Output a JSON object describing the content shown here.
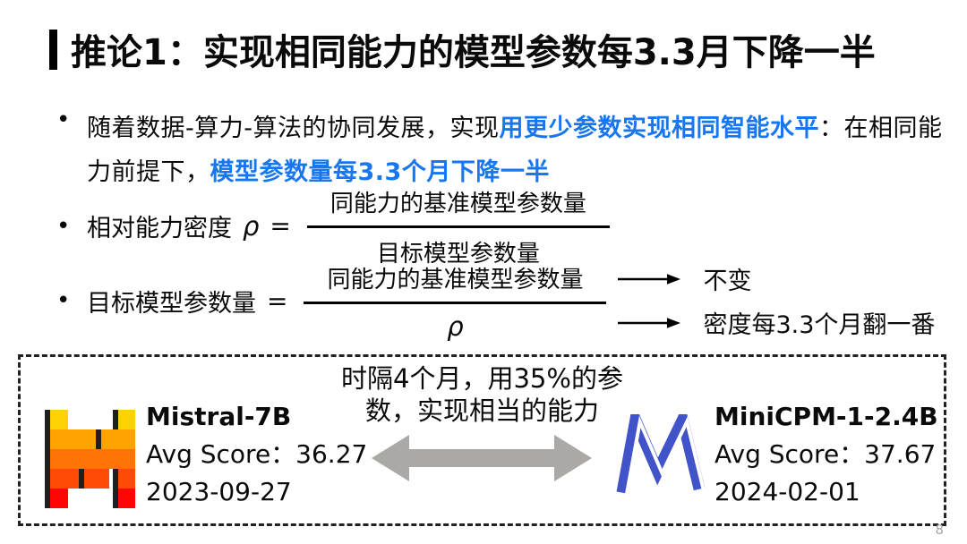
{
  "slide": {
    "title": "推论1：实现相同能力的模型参数每3.3月下降一半",
    "bullet_marker": "•",
    "page_number": "8"
  },
  "bullet1": {
    "seg1": "随着数据-算力-算法的协同发展，实现",
    "seg2": "用更少参数实现相同智能水平",
    "seg3": "：在相同能力前提下，",
    "seg4": "模型参数量每3.3个月下降一半"
  },
  "formula_density": {
    "label": "相对能力密度",
    "symbol": "ρ",
    "equals": "=",
    "numerator": "同能力的基准模型参数量",
    "denominator": "目标模型参数量"
  },
  "formula_params": {
    "label": "目标模型参数量",
    "equals": "=",
    "numerator": "同能力的基准模型参数量",
    "denominator": "ρ",
    "annotation_top": "不变",
    "annotation_bottom": "密度每3.3个月翻一番"
  },
  "comparison_box": {
    "note_line1": "时隔4个月，用35%的参",
    "note_line2": "数，实现相当的能力",
    "left": {
      "name": "Mistral-7B",
      "score": "Avg Score：36.27",
      "date": "2023-09-27"
    },
    "right": {
      "name": "MiniCPM-1-2.4B",
      "score": "Avg Score：37.67",
      "date": "2024-02-01"
    }
  },
  "colors": {
    "accent_blue": "#1877F0",
    "arrow_gray": "#ACA8A5",
    "minicpm_blue": "#4053C8",
    "mistral_yellow": "#FFD203",
    "mistral_amber": "#FFA301",
    "mistral_orange": "#FF7405",
    "mistral_vermilion": "#FF4A08",
    "mistral_red": "#FF0505"
  }
}
